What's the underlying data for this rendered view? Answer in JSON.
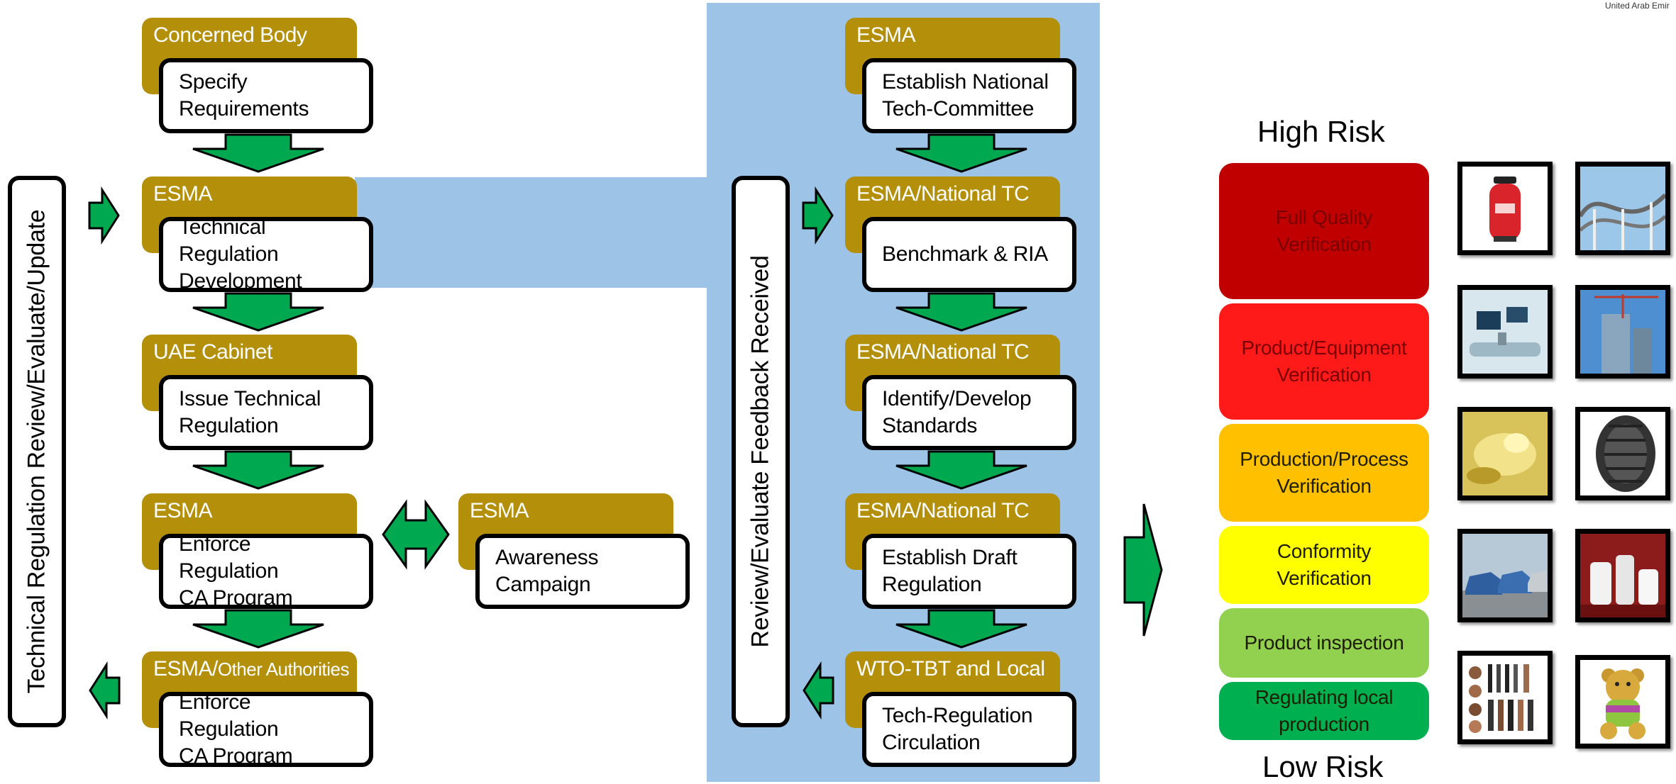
{
  "corner_label": "United Arab Emir",
  "left_vertical_label": "Technical Regulation Review/Evaluate/Update",
  "middle_vertical_label": "Review/Evaluate Feedback Received",
  "left_steps": [
    {
      "header": "Concerned Body",
      "text": "Specify\nRequirements"
    },
    {
      "header": "ESMA",
      "text": "Technical Regulation\nDevelopment"
    },
    {
      "header": "UAE Cabinet",
      "text": "Issue Technical\nRegulation"
    },
    {
      "header": "ESMA",
      "text": "Enforce Regulation\nCA Program"
    },
    {
      "header_main": "ESMA/",
      "header_small": "Other Authorities",
      "text": "Enforce Regulation\nCA Program"
    }
  ],
  "side_step": {
    "header": "ESMA",
    "text": "Awareness\nCampaign"
  },
  "right_steps": [
    {
      "header": "ESMA",
      "text": "Establish National\nTech-Committee"
    },
    {
      "header": "ESMA/National TC",
      "text": "Benchmark & RIA"
    },
    {
      "header": "ESMA/National TC",
      "text": "Identify/Develop\nStandards"
    },
    {
      "header": "ESMA/National TC",
      "text": "Establish Draft\nRegulation"
    },
    {
      "header": "WTO-TBT and Local",
      "text": "Tech-Regulation\nCirculation"
    }
  ],
  "risk_scale": {
    "high_label": "High Risk",
    "low_label": "Low Risk",
    "levels": [
      {
        "label": "Full Quality\nVerification",
        "color": "#c00000"
      },
      {
        "label": "Product/Equipment\nVerification",
        "color": "#ff1a1a"
      },
      {
        "label": "Production/Process\nVerification",
        "color": "#ffc000"
      },
      {
        "label": "Conformity\nVerification",
        "color": "#ffff00"
      },
      {
        "label": "Product inspection",
        "color": "#92d050"
      },
      {
        "label": "Regulating local\nproduction",
        "color": "#00b050"
      }
    ]
  },
  "product_images": [
    {
      "icon": "gas-cylinder-icon"
    },
    {
      "icon": "roller-coaster-icon"
    },
    {
      "icon": "medical-equipment-icon"
    },
    {
      "icon": "building-construction-icon"
    },
    {
      "icon": "oil-liquid-icon"
    },
    {
      "icon": "tire-icon"
    },
    {
      "icon": "cars-icon"
    },
    {
      "icon": "kitchen-appliances-icon"
    },
    {
      "icon": "cosmetics-icon"
    },
    {
      "icon": "teddy-bear-icon"
    }
  ],
  "colors": {
    "header_gold": "#b38f0a",
    "arrow_green": "#00a84f",
    "panel_blue": "#9dc3e6"
  }
}
